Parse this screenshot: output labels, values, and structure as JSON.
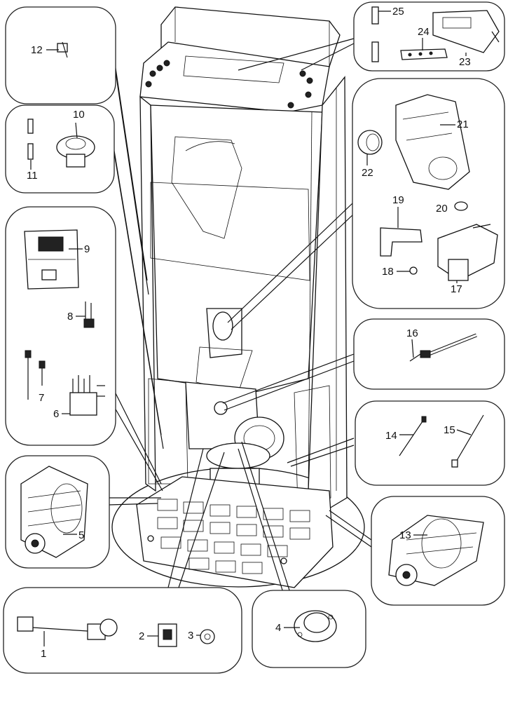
{
  "diagram": {
    "part_labels": [
      "1",
      "2",
      "3",
      "4",
      "5",
      "6",
      "7",
      "8",
      "9",
      "10",
      "11",
      "12",
      "13",
      "14",
      "15",
      "16",
      "17",
      "18",
      "19",
      "20",
      "21",
      "22",
      "23",
      "24",
      "25"
    ]
  }
}
